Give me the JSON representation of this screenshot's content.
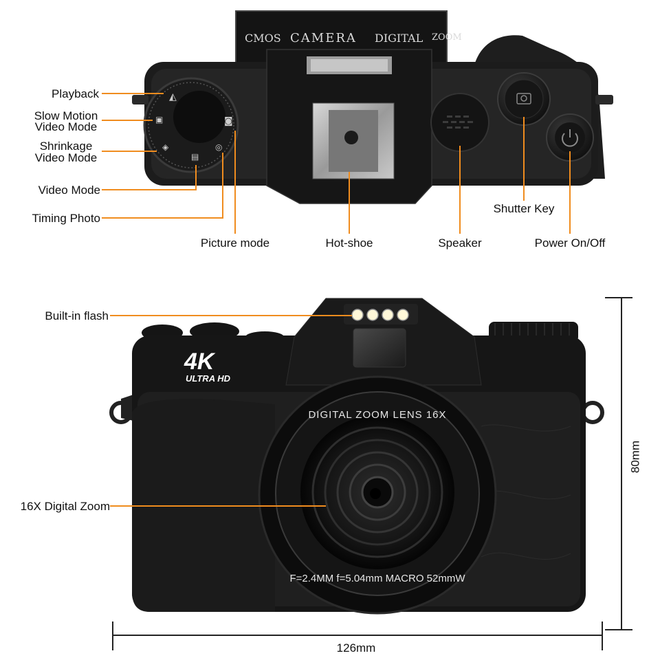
{
  "top_view": {
    "lens_ring_text": [
      "CMOS",
      "CAMERA",
      "DIGITAL",
      "ZOOM"
    ],
    "callouts": {
      "playback": "Playback",
      "slow_motion_line1": "Slow Motion",
      "slow_motion_line2": "Video Mode",
      "shrinkage_line1": "Shrinkage",
      "shrinkage_line2": "Video Mode",
      "video_mode": "Video Mode",
      "timing_photo": "Timing Photo",
      "picture_mode": "Picture mode",
      "hot_shoe": "Hot-shoe",
      "speaker": "Speaker",
      "shutter_key": "Shutter Key",
      "power": "Power On/Off"
    }
  },
  "front_view": {
    "badge_main": "4K",
    "badge_sub": "ULTRA HD",
    "lens_text_top": "DIGITAL ZOOM LENS 16X",
    "lens_text_bottom": "F=2.4MM f=5.04mm MACRO 52mmW",
    "callouts": {
      "flash": "Built-in flash",
      "zoom": "16X Digital Zoom"
    },
    "dimensions": {
      "height": "80mm",
      "width": "126mm"
    }
  },
  "colors": {
    "callout_line": "#f08c1e",
    "camera_body": "#1a1a1a",
    "dimension_line": "#222222"
  }
}
